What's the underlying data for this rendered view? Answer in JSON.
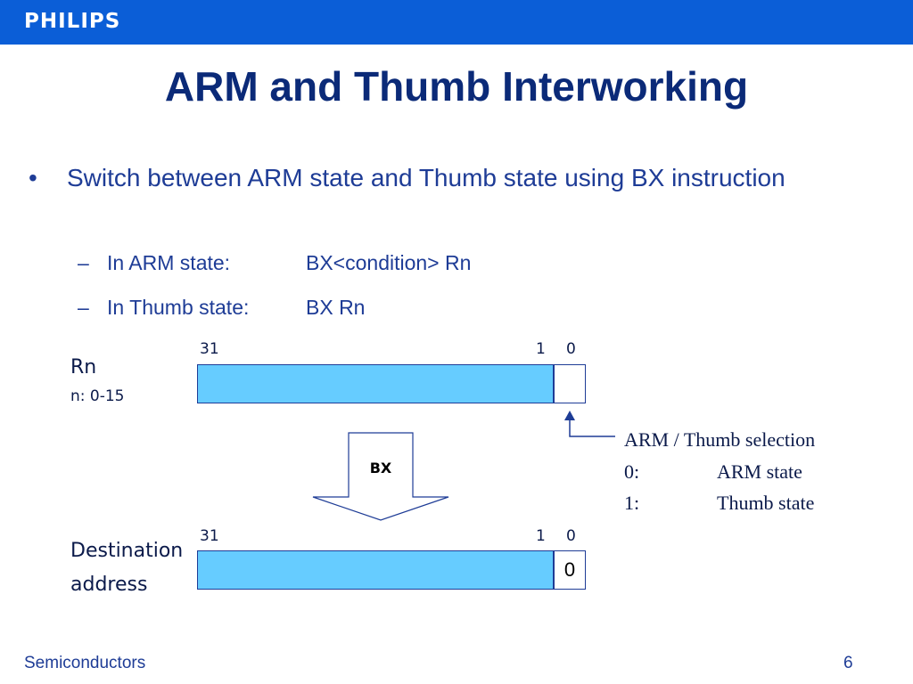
{
  "header": {
    "logo": "PHILIPS"
  },
  "title": "ARM and Thumb Interworking",
  "bullet": {
    "marker": "•",
    "text": "Switch between ARM state and Thumb state using BX instruction"
  },
  "subitems": [
    {
      "marker": "–",
      "label": "In ARM state:",
      "value": "BX<condition> Rn"
    },
    {
      "marker": "–",
      "label": "In Thumb state:",
      "value": "BX Rn"
    }
  ],
  "diagram": {
    "rn_register": {
      "label": "Rn",
      "sublabel": "n: 0-15",
      "bit_high": "31",
      "bit_1": "1",
      "bit_0": "0",
      "bit0_value": ""
    },
    "bx_label": "BX",
    "dest_register": {
      "label_line1": "Destination",
      "label_line2": "address",
      "bit_high": "31",
      "bit_1": "1",
      "bit_0": "0",
      "bit0_value": "0"
    },
    "selection": {
      "heading": "ARM / Thumb selection",
      "rows": [
        {
          "key": "0:",
          "value": "ARM state"
        },
        {
          "key": "1:",
          "value": "Thumb state"
        }
      ]
    },
    "colors": {
      "register_fill": "#66ccff",
      "outline": "#1e3c96"
    }
  },
  "footer": {
    "left": "Semiconductors",
    "page": "6"
  }
}
